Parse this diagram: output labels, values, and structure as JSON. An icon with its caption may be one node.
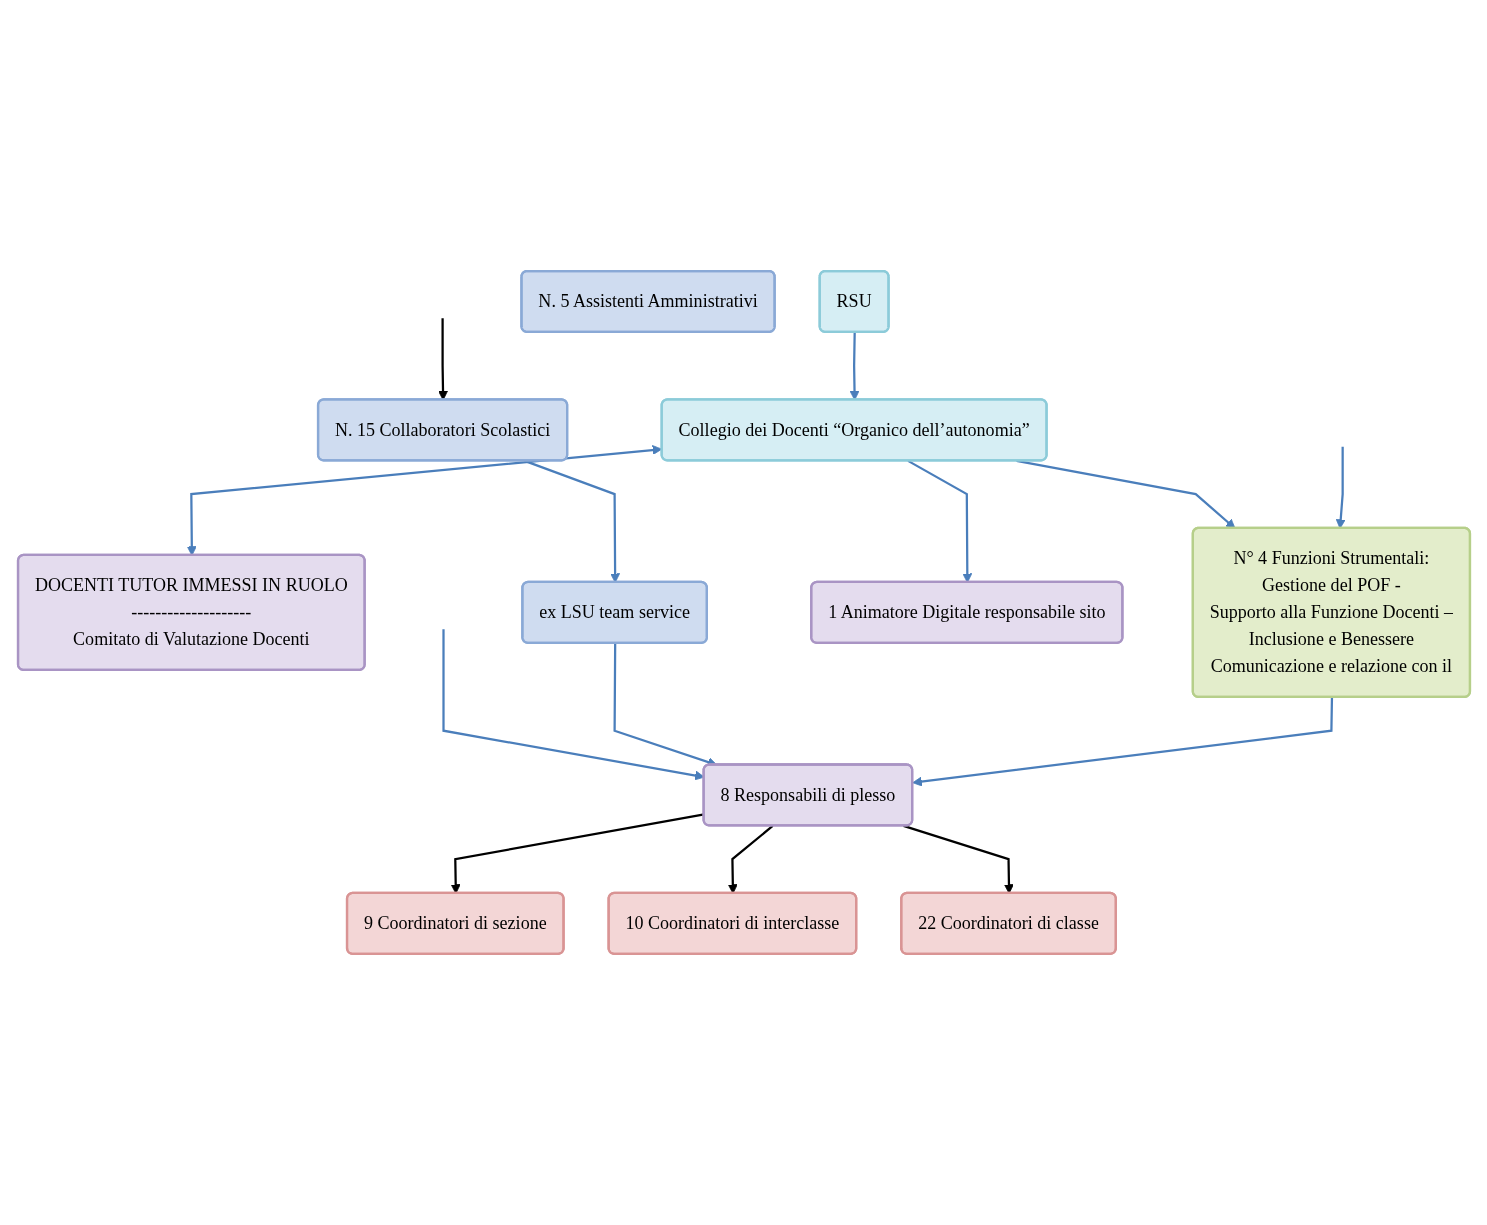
{
  "diagram": {
    "nodes": [
      {
        "text": [
          "DOCENTI TUTOR IMMESSI IN RUOLO",
          "--------------------",
          "Comitato di Valutazione Docenti"
        ]
      },
      {
        "text": [
          "RSU"
        ]
      },
      {
        "text": [
          "Collegio dei Docenti “Organico dell’autonomia”"
        ]
      },
      {
        "text": [
          "N. 5 Assistenti Amministrativi"
        ]
      },
      {
        "text": [
          "N. 15 Collaboratori Scolastici"
        ]
      },
      {
        "text": [
          "ex LSU team service"
        ]
      },
      {
        "text": [
          "N° 4 Funzioni Strumentali:",
          "Gestione del POF -",
          "Supporto alla Funzione Docenti –",
          "Inclusione e Benessere",
          "Comunicazione e relazione con il"
        ]
      },
      {
        "text": [
          "1 Animatore Digitale responsabile sito"
        ]
      },
      {
        "text": [
          "8 Responsabili di plesso"
        ]
      },
      {
        "text": [
          "9 Coordinatori di sezione"
        ]
      },
      {
        "text": [
          "10 Coordinatori di interclasse"
        ]
      },
      {
        "text": [
          "22 Coordinatori di classe"
        ]
      }
    ],
    "edges": [
      {
        "from": 1,
        "to": 2,
        "arrow": "to"
      },
      {
        "from": 2,
        "to": 0,
        "arrow": "both"
      },
      {
        "from": 2,
        "to": 6,
        "arrow": "to"
      },
      {
        "from": 2,
        "to": 7,
        "arrow": "to"
      },
      {
        "from": null,
        "to": 6,
        "arrow": "to"
      },
      {
        "from": null,
        "to": 8,
        "arrow": "to"
      },
      {
        "from": null,
        "to": 4,
        "arrow": "to",
        "color": "#000000"
      },
      {
        "from": 4,
        "to": 5,
        "arrow": "to"
      },
      {
        "from": 5,
        "to": 8,
        "arrow": "to"
      },
      {
        "from": 6,
        "to": 8,
        "arrow": "to"
      },
      {
        "from": 8,
        "to": 9,
        "arrow": "to",
        "color": "#000000"
      },
      {
        "from": 8,
        "to": 10,
        "arrow": "to",
        "color": "#000000"
      },
      {
        "from": 8,
        "to": 11,
        "arrow": "to",
        "color": "#000000"
      }
    ]
  }
}
